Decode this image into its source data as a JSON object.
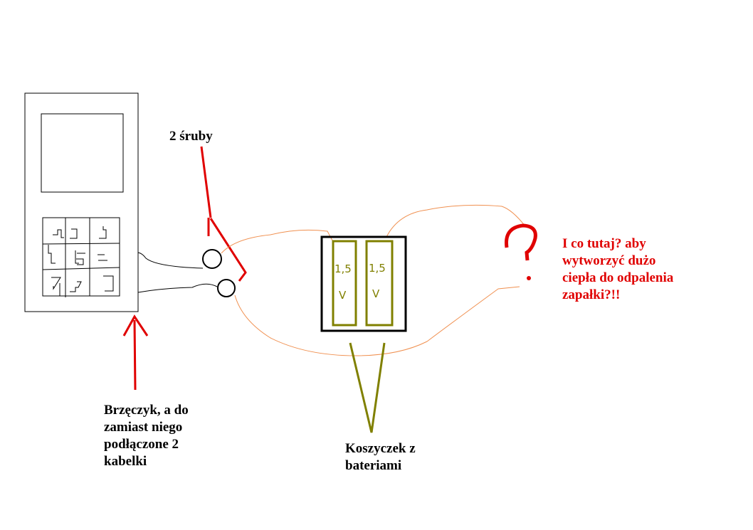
{
  "labels": {
    "screws": "2 śruby",
    "buzzer": [
      "Brzęczyk, a do",
      "zamiast niego",
      "podłączone 2",
      "kabelki"
    ],
    "battery_holder": [
      "Koszyczek z",
      "bateriami"
    ],
    "question": [
      "I co tutaj? aby",
      "wytworzyć dużo",
      "ciepła do odpalenia",
      "zapałki?!!"
    ]
  },
  "batteries": [
    {
      "voltage": "1,5",
      "unit": "V"
    },
    {
      "voltage": "1,5",
      "unit": "V"
    }
  ],
  "question_mark": "?",
  "colors": {
    "red": "#e00000",
    "olive": "#808000",
    "wire": "#f09050",
    "black": "#000000"
  }
}
